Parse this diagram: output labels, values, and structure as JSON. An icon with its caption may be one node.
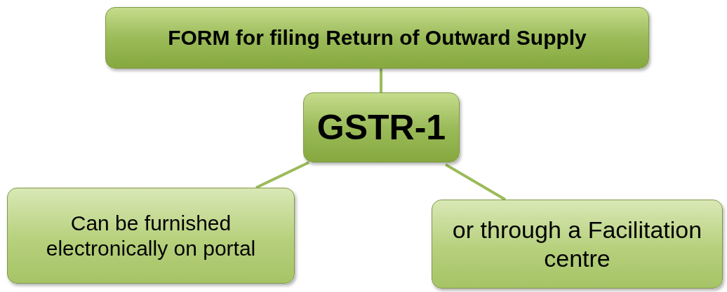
{
  "diagram": {
    "nodes": [
      {
        "text": [
          "FORM for filing Return of Outward Supply"
        ]
      },
      {
        "text": [
          "GSTR-1"
        ]
      },
      {
        "text": [
          "Can be furnished electronically on portal"
        ]
      },
      {
        "text": [
          "or through a Facilitation centre"
        ]
      }
    ],
    "edges": [
      {
        "from": 0,
        "to": 1,
        "arrow": "none"
      },
      {
        "from": 1,
        "to": 2,
        "arrow": "none"
      },
      {
        "from": 1,
        "to": 3,
        "arrow": "none"
      }
    ]
  }
}
